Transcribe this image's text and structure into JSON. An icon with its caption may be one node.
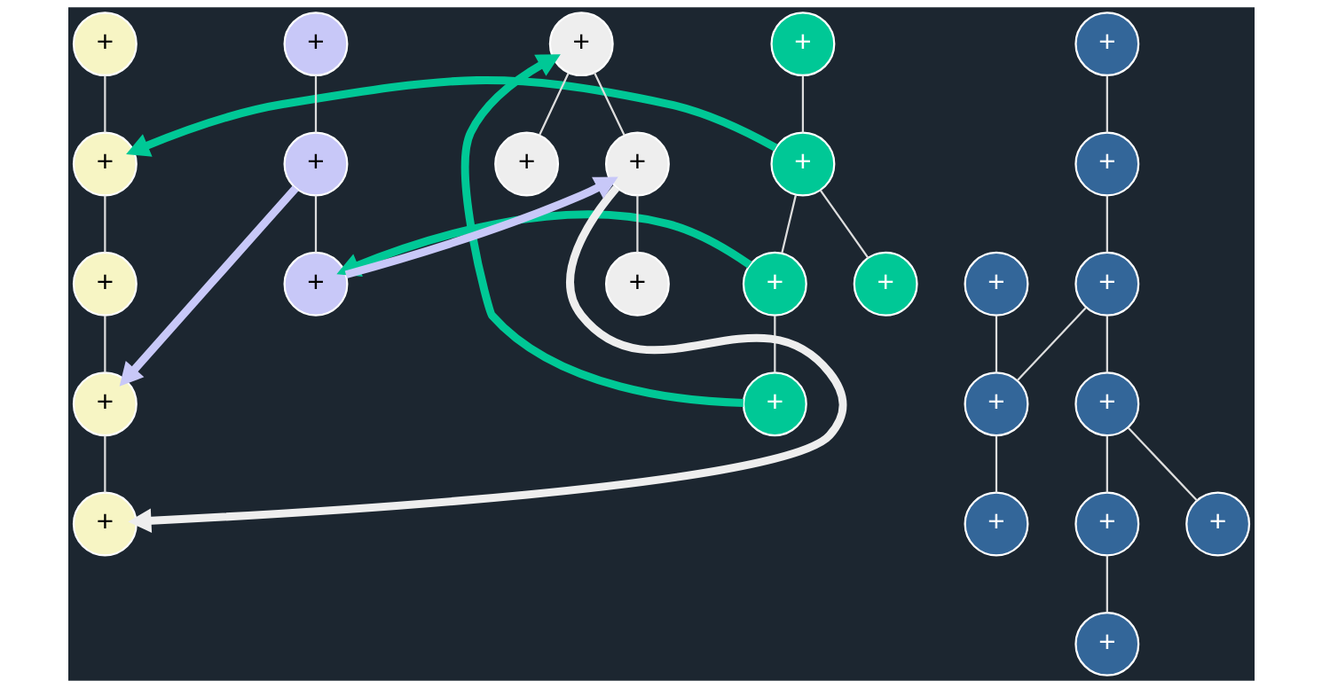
{
  "diagram": {
    "nodes": [
      {
        "text": [
          "+"
        ]
      },
      {
        "text": [
          "+"
        ]
      },
      {
        "text": [
          "+"
        ]
      },
      {
        "text": [
          "+"
        ]
      },
      {
        "text": [
          "+"
        ]
      },
      {
        "text": [
          "+"
        ]
      },
      {
        "text": [
          "+"
        ]
      },
      {
        "text": [
          "+"
        ]
      },
      {
        "text": [
          "+"
        ]
      },
      {
        "text": [
          "+"
        ]
      },
      {
        "text": [
          "+"
        ]
      },
      {
        "text": [
          "+"
        ]
      },
      {
        "text": [
          "+"
        ]
      },
      {
        "text": [
          "+"
        ]
      },
      {
        "text": [
          "+"
        ]
      },
      {
        "text": [
          "+"
        ]
      },
      {
        "text": [
          "+"
        ]
      },
      {
        "text": [
          "+"
        ]
      },
      {
        "text": [
          "+"
        ]
      },
      {
        "text": [
          "+"
        ]
      },
      {
        "text": [
          "+"
        ]
      },
      {
        "text": [
          "+"
        ]
      },
      {
        "text": [
          "+"
        ]
      },
      {
        "text": [
          "+"
        ]
      },
      {
        "text": [
          "+"
        ]
      },
      {
        "text": [
          "+"
        ]
      },
      {
        "text": [
          "+"
        ]
      }
    ],
    "edges": [
      {
        "from": 0,
        "to": 1,
        "arrow": "none"
      },
      {
        "from": 1,
        "to": 2,
        "arrow": "none"
      },
      {
        "from": 2,
        "to": 4,
        "arrow": "none"
      },
      {
        "from": 4,
        "to": 3,
        "arrow": "none"
      },
      {
        "from": 5,
        "to": 6,
        "arrow": "none"
      },
      {
        "from": 6,
        "to": 7,
        "arrow": "none"
      },
      {
        "from": 6,
        "to": 8,
        "arrow": "none"
      },
      {
        "from": 7,
        "to": 9,
        "arrow": "none"
      },
      {
        "from": 10,
        "to": 11,
        "arrow": "none"
      },
      {
        "from": 11,
        "to": 12,
        "arrow": "none"
      },
      {
        "from": 12,
        "to": 16,
        "arrow": "none"
      },
      {
        "from": 12,
        "to": 17,
        "arrow": "none"
      },
      {
        "from": 17,
        "to": 13,
        "arrow": "none"
      },
      {
        "from": 13,
        "to": 14,
        "arrow": "none"
      },
      {
        "from": 15,
        "to": 16,
        "arrow": "none"
      },
      {
        "from": 16,
        "to": 18,
        "arrow": "none"
      },
      {
        "from": 17,
        "to": 19,
        "arrow": "none"
      },
      {
        "from": 20,
        "to": 21,
        "arrow": "none"
      },
      {
        "from": 20,
        "to": 22,
        "arrow": "none"
      },
      {
        "from": 22,
        "to": 23,
        "arrow": "none"
      },
      {
        "from": 24,
        "to": 25,
        "arrow": "none"
      },
      {
        "from": 25,
        "to": 26,
        "arrow": "none"
      },
      {
        "from": 6,
        "to": 1,
        "arrow": "to",
        "style": "thick",
        "color": "#00c896"
      },
      {
        "from": 7,
        "to": 26,
        "arrow": "to",
        "style": "thick",
        "color": "#00c896"
      },
      {
        "from": 9,
        "to": 20,
        "arrow": "to",
        "style": "thick",
        "color": "#00c896"
      },
      {
        "from": 22,
        "to": 3,
        "arrow": "to",
        "style": "thick",
        "color": "#eeeeee"
      },
      {
        "from": 25,
        "to": 4,
        "arrow": "to",
        "style": "thick",
        "color": "#c8c8f8"
      },
      {
        "from": 26,
        "to": 22,
        "arrow": "to",
        "style": "thick",
        "color": "#c8c8f8"
      }
    ]
  }
}
